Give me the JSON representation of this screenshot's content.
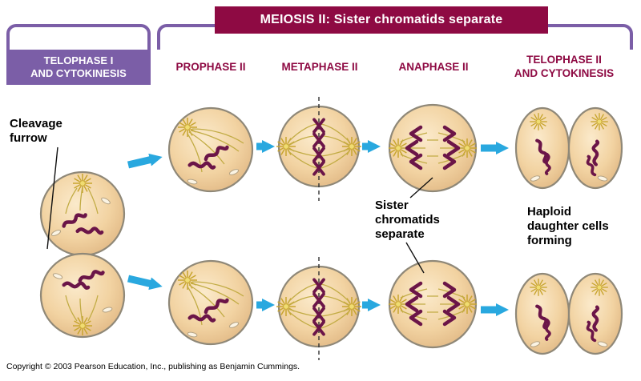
{
  "banner": {
    "title": "MEIOSIS II: Sister chromatids separate"
  },
  "header": {
    "columns": [
      {
        "label": "TELOPHASE I\nAND CYTOKINESIS",
        "highlighted": true
      },
      {
        "label": "PROPHASE II",
        "highlighted": false
      },
      {
        "label": "METAPHASE II",
        "highlighted": false
      },
      {
        "label": "ANAPHASE II",
        "highlighted": false
      },
      {
        "label": "TELOPHASE II\nAND CYTOKINESIS",
        "highlighted": false
      }
    ]
  },
  "labels": {
    "cleavage_furrow": "Cleavage\nfurrow",
    "sister_chromatids": "Sister\nchromatids\nseparate",
    "haploid_daughters": "Haploid\ndaughter cells\nforming"
  },
  "copyright": "Copyright © 2003 Pearson Education, Inc., publishing as Benjamin Cummings.",
  "colors": {
    "banner_bg": "#8E0A43",
    "phase_text": "#8E0A43",
    "highlight_bg": "#7B5EA7",
    "bracket": "#7B5EA7",
    "arrow_blue": "#29A8DF",
    "cell_fill": "#F2D3A2",
    "chromosome": "#6B1548",
    "spindle_fiber": "#C2AC45"
  }
}
